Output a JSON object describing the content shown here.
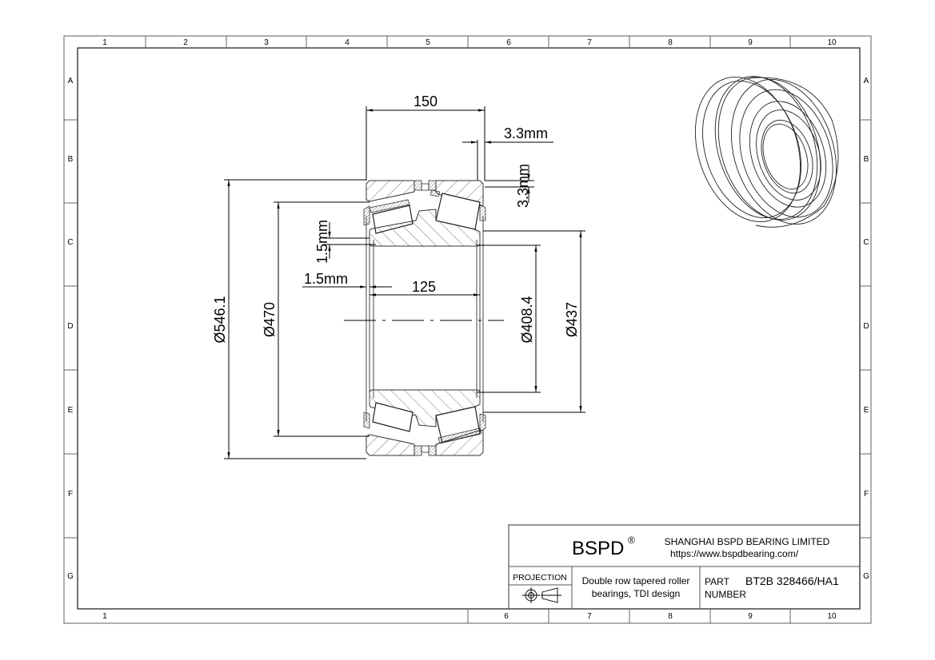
{
  "drawing": {
    "columns_top": [
      "1",
      "2",
      "3",
      "4",
      "5",
      "6",
      "7",
      "8",
      "9",
      "10"
    ],
    "columns_bottom": [
      "1",
      "6",
      "7",
      "8",
      "9",
      "10"
    ],
    "rows": [
      "A",
      "B",
      "C",
      "D",
      "E",
      "F",
      "G"
    ],
    "dimensions": {
      "width_overall": "150",
      "chamfer_outer_axial": "3.3mm",
      "chamfer_outer_radial": "3.3mm",
      "chamfer_inner_radial": "1.5mm",
      "chamfer_inner_axial": "1.5mm",
      "inner_width": "125",
      "outer_diameter": "Ø546.1",
      "cup_diameter": "Ø470",
      "bore_diameter": "Ø408.4",
      "cone_diameter": "Ø437"
    }
  },
  "title_block": {
    "brand": "BSPD",
    "registered_mark": "®",
    "company": "SHANGHAI BSPD BEARING LIMITED",
    "website": "https://www.bspdbearing.com/",
    "projection_label": "PROJECTION",
    "description_line1": "Double row tapered roller",
    "description_line2": "bearings, TDI design",
    "part_label_line1": "PART",
    "part_label_line2": "NUMBER",
    "part_number": "BT2B 328466/HA1"
  }
}
